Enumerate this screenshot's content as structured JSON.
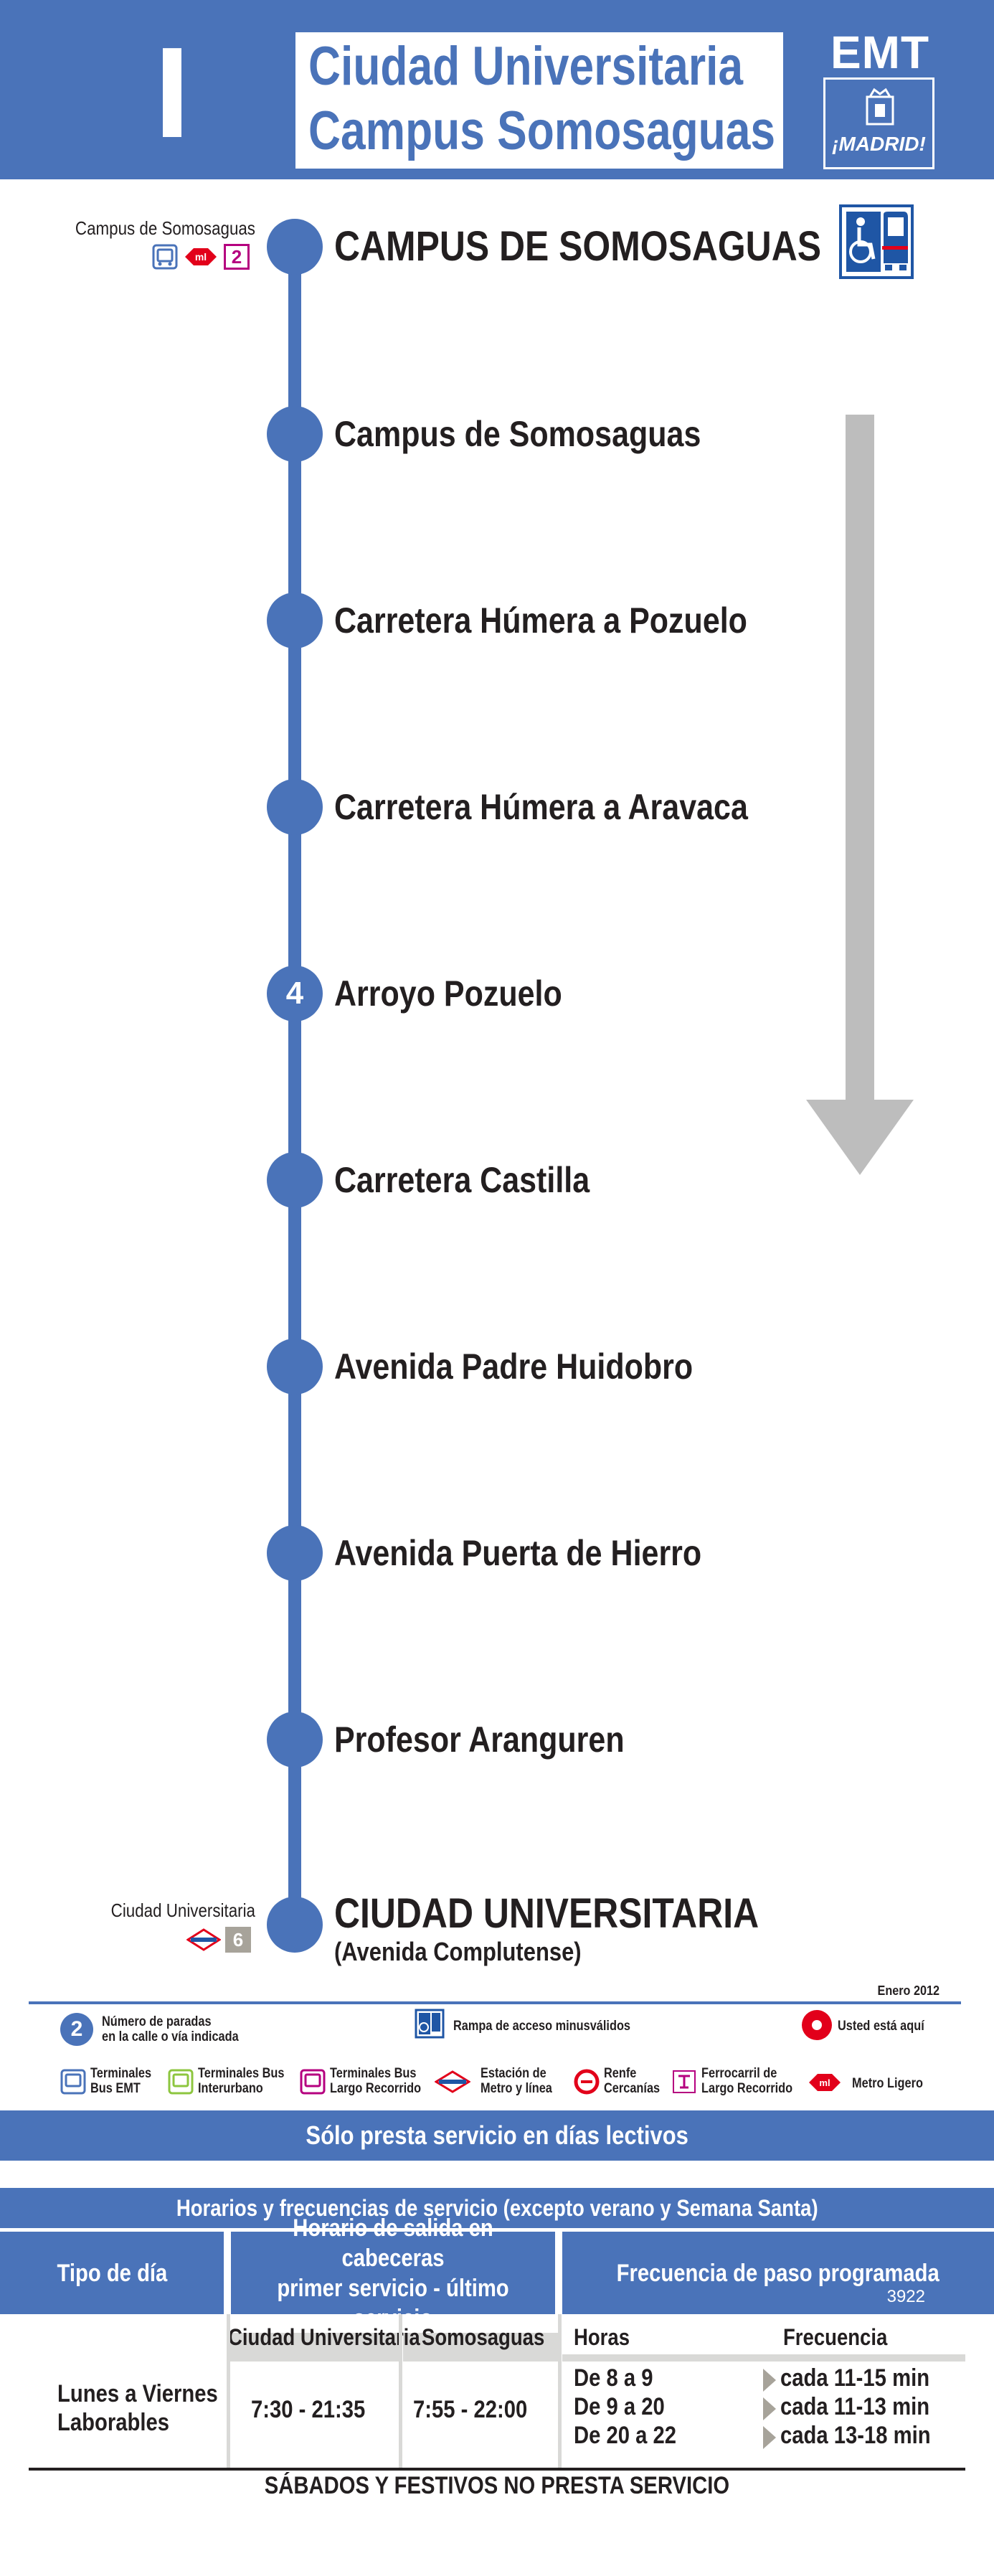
{
  "header": {
    "line": "I",
    "destination_1": "Ciudad Universitaria",
    "destination_2": "Campus Somosaguas",
    "operator": "EMT",
    "city": "¡MADRID!"
  },
  "stops": [
    {
      "name": "CAMPUS DE SOMOSAGUAS",
      "terminal": true
    },
    {
      "name": "Campus de Somosaguas"
    },
    {
      "name": "Carretera Húmera a Pozuelo"
    },
    {
      "name": "Carretera Húmera a Aravaca"
    },
    {
      "name": "Arroyo Pozuelo",
      "badge": "4"
    },
    {
      "name": "Carretera Castilla"
    },
    {
      "name": "Avenida Padre Huidobro"
    },
    {
      "name": "Avenida Puerta de Hierro"
    },
    {
      "name": "Profesor Aranguren"
    },
    {
      "name": "CIUDAD UNIVERSITARIA",
      "sub": "(Avenida Complutense)",
      "terminal": true
    }
  ],
  "connections": {
    "start": {
      "label": "Campus de Somosaguas",
      "metro_ligero_line": "2"
    },
    "end": {
      "label": "Ciudad Universitaria",
      "metro_line": "6"
    }
  },
  "legend": {
    "date": "Enero 2012",
    "stops_count": {
      "badge": "2",
      "text_1": "Número de paradas",
      "text_2": "en la calle o vía indicada"
    },
    "ramp": "Rampa de acceso minusválidos",
    "you_are_here": "Usted está aquí",
    "items": [
      {
        "l1": "Terminales",
        "l2": "Bus EMT",
        "icon": "bus-emt-icon"
      },
      {
        "l1": "Terminales Bus",
        "l2": "Interurbano",
        "icon": "bus-interurbano-icon"
      },
      {
        "l1": "Terminales Bus",
        "l2": "Largo Recorrido",
        "icon": "bus-largo-recorrido-icon"
      },
      {
        "l1": "Estación de",
        "l2": "Metro y línea",
        "icon": "metro-icon"
      },
      {
        "l1": "Renfe",
        "l2": "Cercanías",
        "icon": "renfe-icon"
      },
      {
        "l1": "Ferrocarril de",
        "l2": "Largo Recorrido",
        "icon": "train-icon"
      },
      {
        "l1": "Metro Ligero",
        "l2": "",
        "icon": "metro-ligero-icon"
      }
    ]
  },
  "schedule": {
    "notice": "Sólo presta servicio en días lectivos",
    "title": "Horarios y frecuencias de servicio (excepto verano y Semana Santa)",
    "col_day_type": "Tipo de día",
    "col_departure_1": "Horario de salida en cabeceras",
    "col_departure_2": "primer servicio - último servicio",
    "col_frequency": "Frecuencia de paso programada",
    "code": "3922",
    "sub_ciudad": "Ciudad Universitaria",
    "sub_somosaguas": "Somosaguas",
    "sub_hours": "Horas",
    "sub_frequency": "Frecuencia",
    "day_1": "Lunes a Viernes",
    "day_2": "Laborables",
    "time_ciudad": "7:30 - 21:35",
    "time_somosaguas": "7:55 - 22:00",
    "ranges": [
      {
        "hours": "De 8 a 9",
        "freq": "cada 11-15 min"
      },
      {
        "hours": "De 9 a 20",
        "freq": "cada 11-13 min"
      },
      {
        "hours": "De 20 a 22",
        "freq": "cada 13-18 min"
      }
    ],
    "weekend_notice": "SÁBADOS Y FESTIVOS NO PRESTA SERVICIO"
  },
  "colors": {
    "brand_blue": "#4a73b9",
    "gray": "#bdbdbd",
    "metro_red": "#e2001a",
    "metro_ligero": "#b5007f"
  }
}
